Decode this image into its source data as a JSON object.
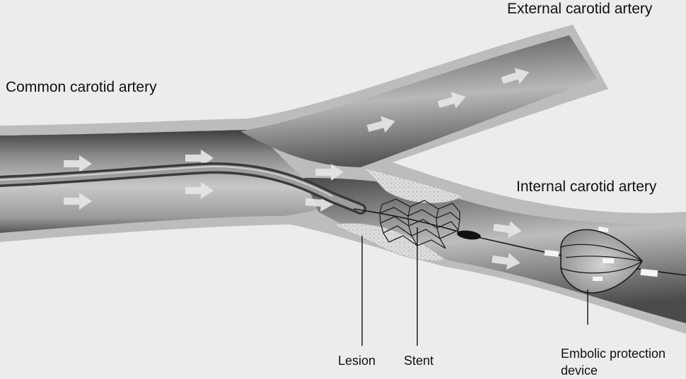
{
  "labels": {
    "common_carotid": "Common carotid artery",
    "external_carotid": "External carotid artery",
    "internal_carotid": "Internal carotid artery",
    "lesion": "Lesion",
    "stent": "Stent",
    "embolic_protection_line1": "Embolic protection",
    "embolic_protection_line2": "device"
  },
  "colors": {
    "background": "#ececec",
    "vessel_wall": "#bdbdbd",
    "lumen_dark": "#444444",
    "lumen_light": "#cfcfcf",
    "arrow": "#e8e8e8",
    "plaque": "#d9d9d9",
    "leader_line": "#111111"
  }
}
